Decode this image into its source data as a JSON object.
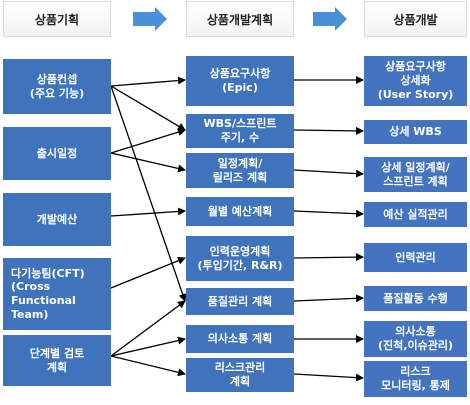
{
  "headers": {
    "planning": "상품기획",
    "dev_planning": "상품개발계획",
    "development": "상품개발"
  },
  "column1": [
    {
      "label": "상품컨셉\n(주요 기능)"
    },
    {
      "label": "출시일정"
    },
    {
      "label": "개발예산"
    },
    {
      "label": "다기능팀(CFT)\n(Cross\nFunctional\nTeam)"
    },
    {
      "label": "단계별 검토\n계획"
    }
  ],
  "column2": [
    {
      "label": "상품요구사항\n(Epic)"
    },
    {
      "label": "WBS/스프린트\n주기, 수"
    },
    {
      "label": "일정계획/\n릴리즈 계획"
    },
    {
      "label": "월별 예산계획"
    },
    {
      "label": "인력운영계획\n(투입기간, R&R)"
    },
    {
      "label": "품질관리 계획"
    },
    {
      "label": "의사소통 계획"
    },
    {
      "label": "리스크관리\n계획"
    }
  ],
  "column3": [
    {
      "label": "상품요구사항\n상세화\n(User Story)"
    },
    {
      "label": "상세 WBS"
    },
    {
      "label": "상세 일정계획/\n스프린트 계획"
    },
    {
      "label": "예산 실적관리"
    },
    {
      "label": "인력관리"
    },
    {
      "label": "품질활동 수행"
    },
    {
      "label": "의사소통\n(진척,이슈관리)"
    },
    {
      "label": "리스크\n모니터링, 통제"
    }
  ],
  "colors": {
    "box_fill": "#3f74bd",
    "box_text": "#ffffff",
    "arrow_fill": "#4a90d9",
    "connector": "#000000"
  }
}
